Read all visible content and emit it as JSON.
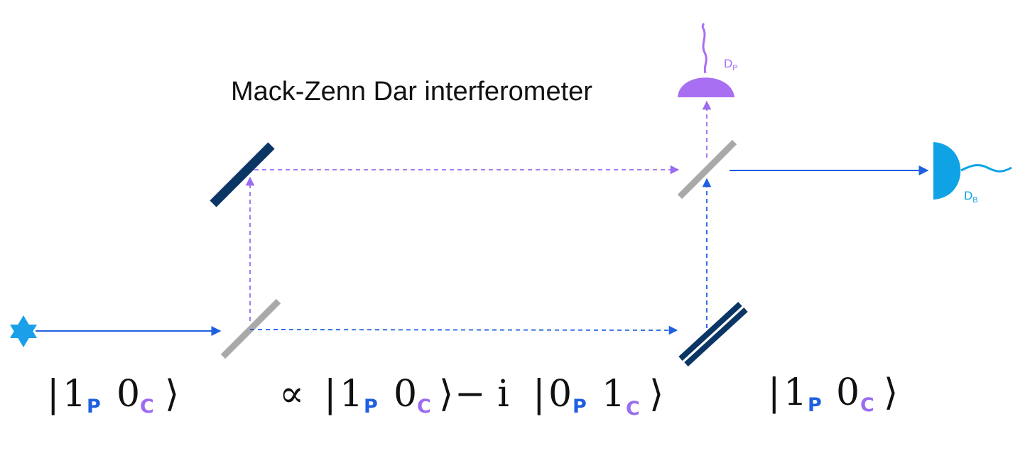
{
  "title": "Mack-Zenn Dar interferometer",
  "detector_p": {
    "label": "D",
    "sub": "P"
  },
  "detector_b": {
    "label": "D",
    "sub": "B"
  },
  "states": {
    "input": {
      "n1": "1",
      "s1": "P",
      "n2": "0",
      "s2": "C"
    },
    "middle": {
      "prefix": "∝",
      "n1": "1",
      "s1": "P",
      "n2": "0",
      "s2": "C",
      "minus_i": "− i",
      "n3": "0",
      "s3": "P",
      "n4": "1",
      "s4": "C"
    },
    "output": {
      "n1": "1",
      "s1": "P",
      "n2": "0",
      "s2": "C"
    }
  },
  "colors": {
    "blue": "#1f5fe0",
    "purple": "#9b6cf0",
    "purple_detector": "#a86ff2",
    "cyan_detector": "#0fa3e6",
    "mirror": "#0b3565",
    "splitter": "#a9a9a9",
    "source": "#1aa0e8"
  }
}
